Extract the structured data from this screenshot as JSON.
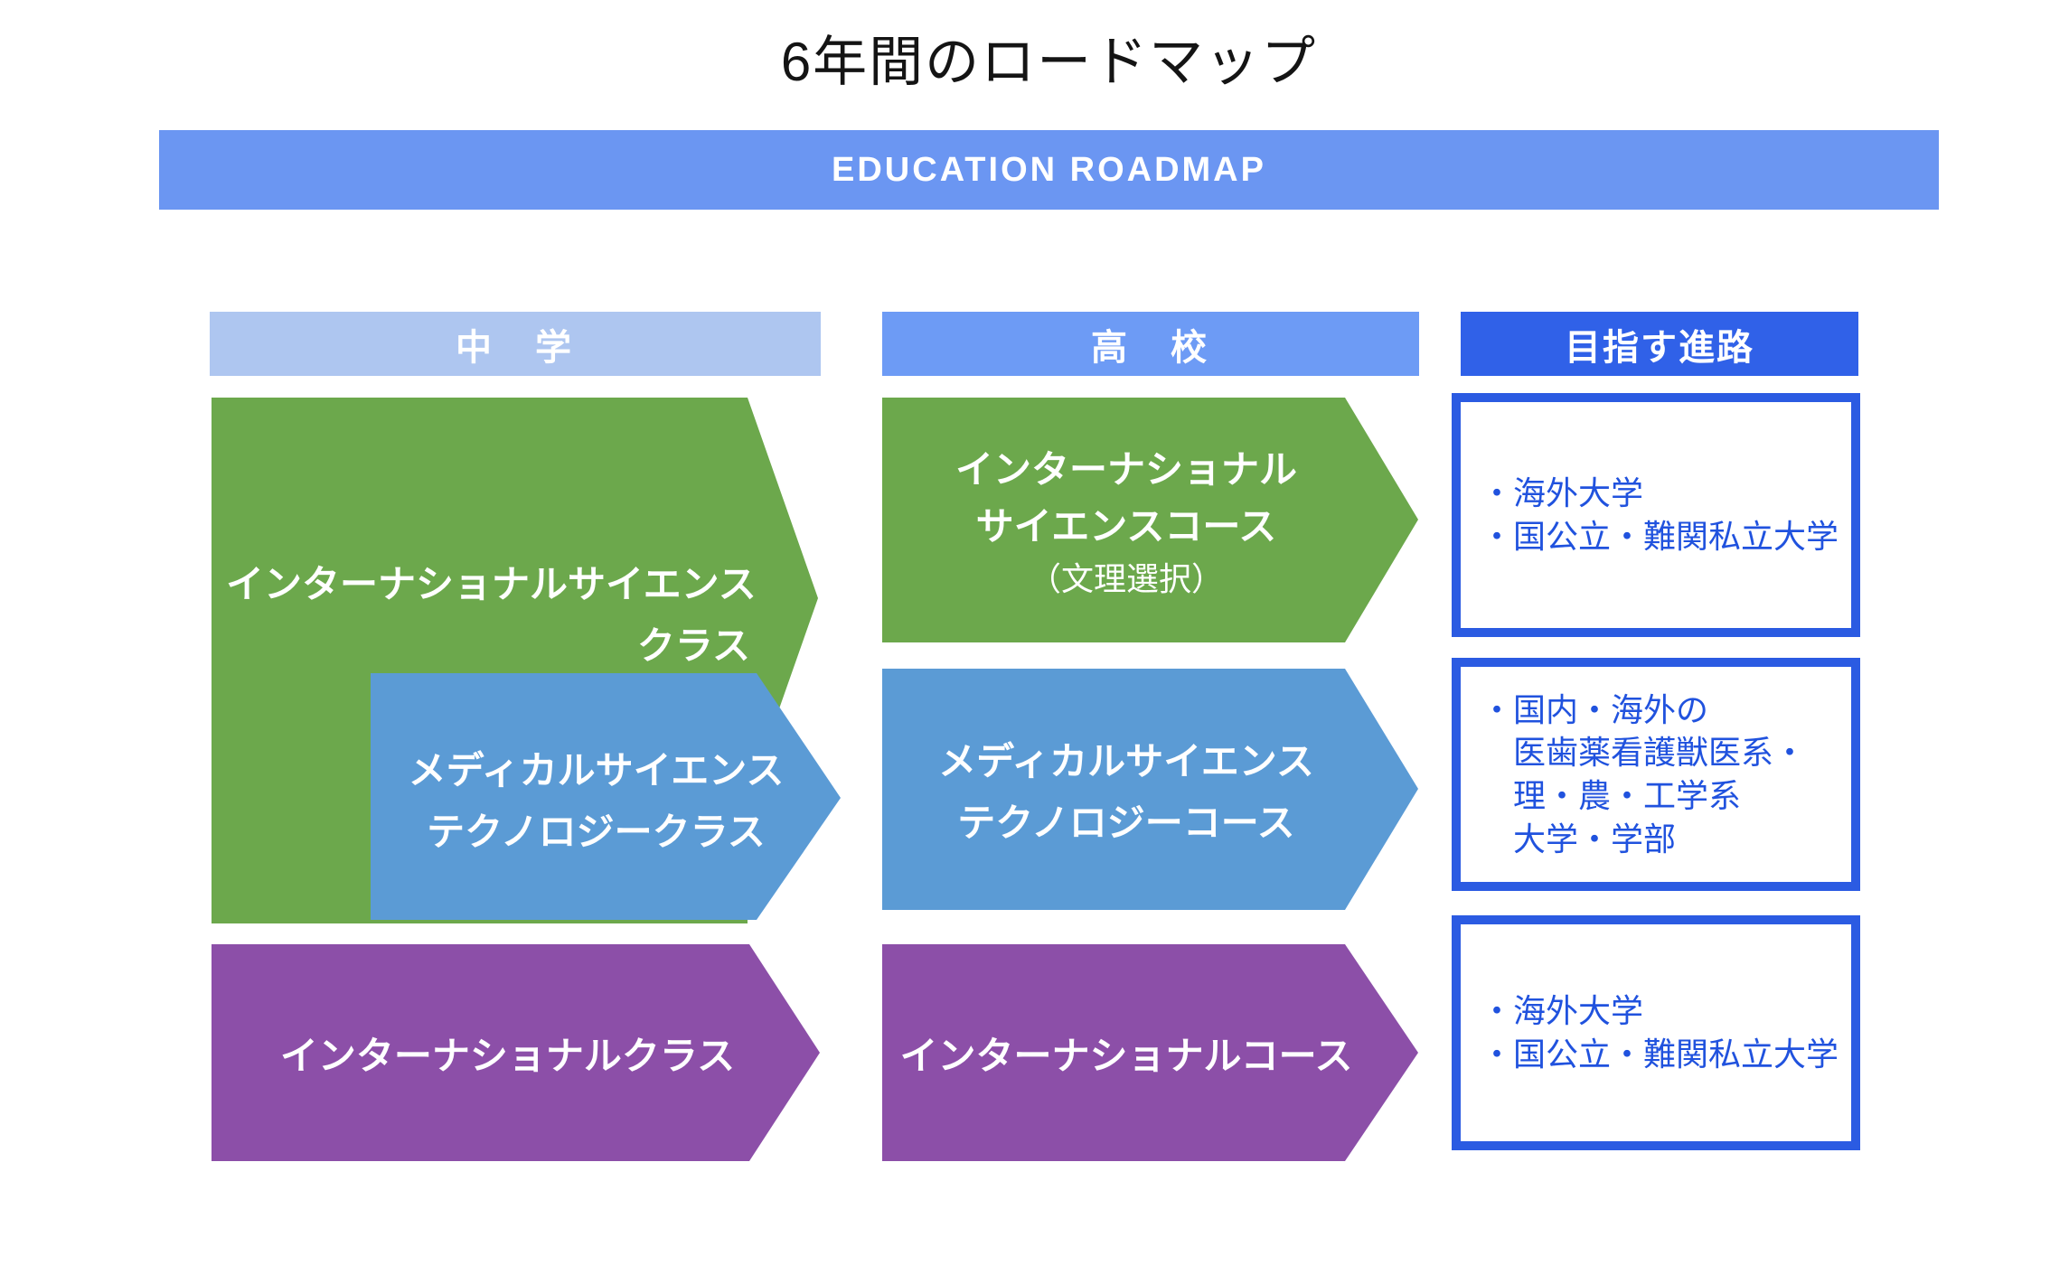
{
  "title": "6年間のロードマップ",
  "banner": {
    "label": "EDUCATION ROADMAP"
  },
  "headers": {
    "junior_high": "中　学",
    "high_school": "高　校",
    "goal": "目指す進路"
  },
  "rows": [
    {
      "jh": {
        "lines": [
          "インターナショナルサイエンス",
          "クラス"
        ]
      },
      "hs": {
        "lines": [
          "インターナショナル",
          "サイエンスコース"
        ],
        "sub": "（文理選択）"
      },
      "goal": {
        "lines": [
          "・海外大学",
          "・国公立・難関私立大学"
        ]
      }
    },
    {
      "jh": {
        "lines": [
          "メディカルサイエンス",
          "テクノロジークラス"
        ]
      },
      "hs": {
        "lines": [
          "メディカルサイエンス",
          "テクノロジーコース"
        ]
      },
      "goal": {
        "lines": [
          "・国内・海外の",
          "　医歯薬看護獣医系・",
          "　理・農・工学系",
          "　大学・学部"
        ]
      }
    },
    {
      "jh": {
        "lines": [
          "インターナショナルクラス"
        ]
      },
      "hs": {
        "lines": [
          "インターナショナルコース"
        ]
      },
      "goal": {
        "lines": [
          "・海外大学",
          "・国公立・難関私立大学"
        ]
      }
    }
  ],
  "colors": {
    "green": "#6ca84c",
    "blue": "#5b9bd5",
    "purple": "#8c4fa8",
    "banner_bg": "#6b96f2",
    "header_jh_bg": "#aec6f0",
    "header_hs_bg": "#6d9bf5",
    "header_goal_bg": "#3061e8",
    "box_border": "#2b5be2",
    "box_text": "#2052de"
  }
}
